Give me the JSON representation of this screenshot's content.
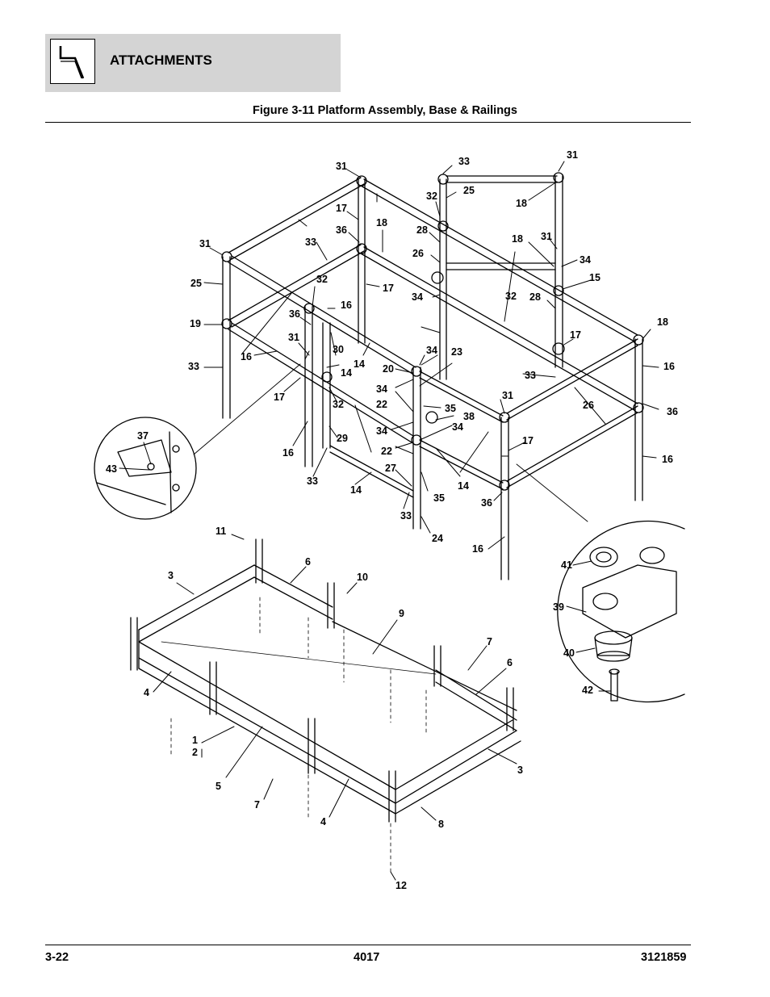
{
  "header": {
    "section_title": "ATTACHMENTS",
    "icon": "attachment-hook-icon"
  },
  "figure": {
    "caption": "Figure 3-11 Platform Assembly, Base & Railings",
    "callouts": [
      "31",
      "33",
      "31",
      "18",
      "32",
      "25",
      "17",
      "18",
      "36",
      "28",
      "18",
      "31",
      "33",
      "26",
      "31",
      "34",
      "25",
      "17",
      "32",
      "16",
      "34",
      "15",
      "32",
      "28",
      "19",
      "36",
      "17",
      "18",
      "31",
      "30",
      "33",
      "16",
      "14",
      "34",
      "23",
      "14",
      "20",
      "33",
      "16",
      "17",
      "34",
      "22",
      "35",
      "31",
      "26",
      "36",
      "32",
      "38",
      "29",
      "34",
      "34",
      "16",
      "37",
      "22",
      "17",
      "16",
      "43",
      "33",
      "27",
      "14",
      "14",
      "35",
      "33",
      "36",
      "24",
      "16",
      "11",
      "41",
      "6",
      "10",
      "3",
      "39",
      "9",
      "40",
      "7",
      "6",
      "42",
      "4",
      "1",
      "2",
      "5",
      "3",
      "7",
      "8",
      "4",
      "12"
    ],
    "colors": {
      "ink": "#000000",
      "header_band": "#d4d4d4"
    }
  },
  "footer": {
    "page_number": "3-22",
    "model": "4017",
    "manual_number": "3121859"
  }
}
